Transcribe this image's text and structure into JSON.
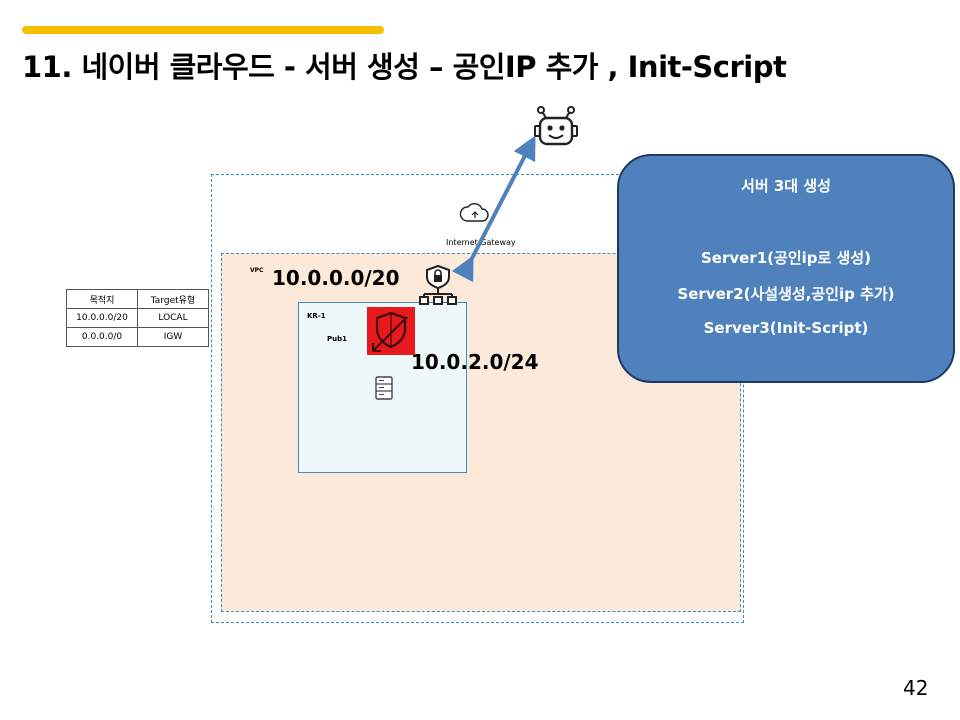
{
  "slide": {
    "title": "11. 네이버 클라우드 - 서버 생성 – 공인IP 추가 , Init-Script",
    "page_number": "42"
  },
  "diagram": {
    "vpc_label": "VPC",
    "vpc_cidr": "10.0.0.0/20",
    "subnet_zone": "KR-1",
    "subnet_name": "Pub1",
    "subnet_cidr": "10.0.2.0/24",
    "igw_label": "Internet Gateway"
  },
  "route_table": {
    "headers": [
      "목적지",
      "Target유형"
    ],
    "rows": [
      [
        "10.0.0.0/20",
        "LOCAL"
      ],
      [
        "0.0.0.0/0",
        "IGW"
      ]
    ]
  },
  "callout": {
    "heading": "서버 3대 생성",
    "lines": [
      "Server1(공인ip로 생성)",
      "Server2(사설생성,공인ip 추가)",
      "Server3(Init-Script)"
    ]
  },
  "colors": {
    "accent": "#f5c000",
    "callout_fill": "#4f81bd",
    "vpc_fill": "#fde9d9",
    "arrow": "#4f81bd",
    "security_icon_bg": "#e8191c"
  },
  "icons": [
    "robot-icon",
    "cloud-icon",
    "network-lock-icon",
    "security-shield-icon",
    "server-icon"
  ]
}
